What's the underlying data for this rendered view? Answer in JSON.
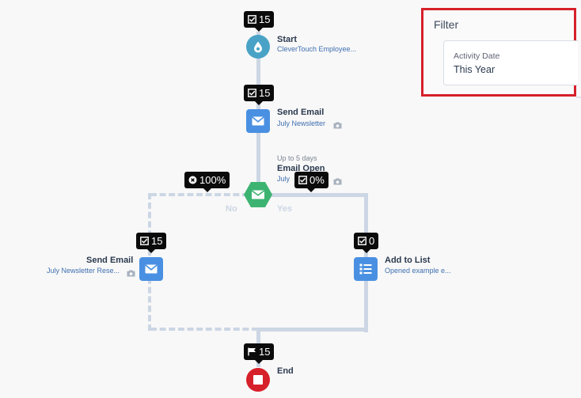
{
  "flow": {
    "start": {
      "badge": "15",
      "title": "Start",
      "subtitle": "CleverTouch Employee..."
    },
    "send_email_1": {
      "badge": "15",
      "title": "Send Email",
      "subtitle": "July Newsletter"
    },
    "email_open": {
      "wait": "Up to 5 days",
      "title": "Email Open",
      "subtitle": "July",
      "no_badge": "100%",
      "yes_badge": "0%",
      "no_label": "No",
      "yes_label": "Yes"
    },
    "send_email_2": {
      "badge": "15",
      "title": "Send Email",
      "subtitle": "July Newsletter Rese..."
    },
    "add_to_list": {
      "badge": "0",
      "title": "Add to List",
      "subtitle": "Opened example e..."
    },
    "end": {
      "badge": "15",
      "title": "End"
    }
  },
  "filter": {
    "title": "Filter",
    "field_label": "Activity Date",
    "field_value": "This Year"
  },
  "colors": {
    "start": "#4aa3c6",
    "email": "#4a90e2",
    "decision": "#3cb371",
    "end": "#d6202a",
    "connector": "#ccd6e4",
    "highlight": "#d6202a"
  },
  "icons": [
    "check-square-icon",
    "droplet-icon",
    "envelope-icon",
    "camera-icon",
    "x-circle-icon",
    "list-icon",
    "flag-icon",
    "stop-icon"
  ]
}
